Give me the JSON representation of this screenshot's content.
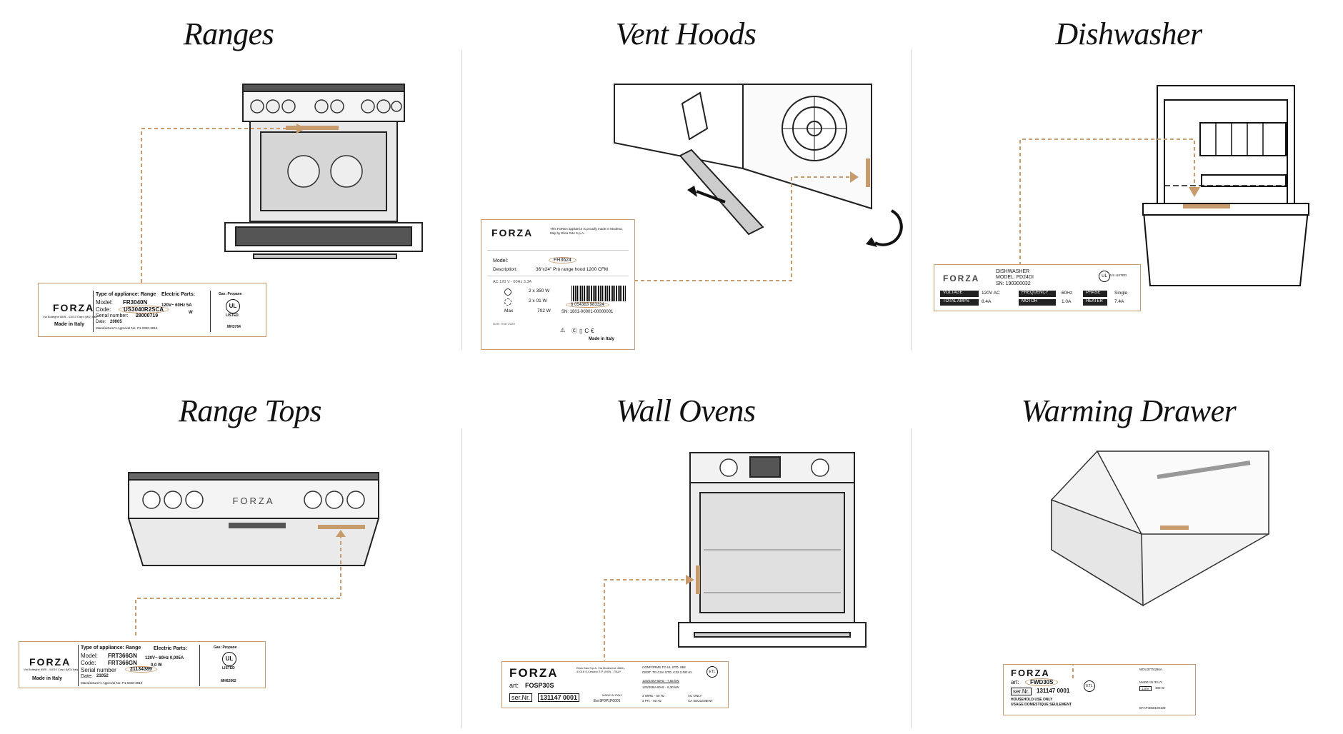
{
  "brand_color": "#c89b6c",
  "panels": {
    "ranges": {
      "title": "Ranges",
      "label": {
        "brand": "FORZA",
        "address_line": "Via Botteghe 85/B - 41010 Carpi (MO) Italy",
        "type_label": "Type of appliance: Range",
        "electric_label": "Electric Parts:",
        "model_label": "Model:",
        "model_value": "FR3040N",
        "code_label": "Code:",
        "code_value": "US3040R2SCA",
        "serial_label": "Serial number:",
        "serial_value": "28000719",
        "date_label": "Date:",
        "date_value": "20005",
        "electric_value": "120V~ 60Hz 5A",
        "watts_value": "W",
        "gas_label": "Gas: Propane",
        "cert_text": "LISTED",
        "approval": "Manufacturer's Approval No: P1-0320-3819",
        "made_in": "Made in Italy",
        "code_number": "MH3764"
      }
    },
    "vent_hoods": {
      "title": "Vent Hoods",
      "label": {
        "brand": "FORZA",
        "small_text": "This FORZA appliance is proudly made in Modena, Italy by Elica Gas S.p.A.",
        "model_label": "Model:",
        "model_value": "FH3624",
        "description_label": "Description:",
        "description_value": "36\"x24\" Pro range hood 1200 CFM",
        "electric_value": "AC 120 V - 60Hz 3.3A",
        "motor_label": "2 x 350 W",
        "light_label": "2 x 01 W",
        "max_label": "Max",
        "max_value": "702 W",
        "barcode_value": "8 054383 983324",
        "sn_value": "SN: 1601-00001-00000001",
        "date_code": "Date Year 2025",
        "made_in": "Made in Italy"
      }
    },
    "dishwasher": {
      "title": "Dishwasher",
      "label": {
        "brand": "FORZA",
        "type_value": "DISHWASHER",
        "model_value": "MODEL: FD24DI",
        "sn_value": "SN: 190300032",
        "cert_text": "US LISTED",
        "voltage_label": "VOLTAGE",
        "voltage_value": "120V AC",
        "frequency_label": "FREQUENCY",
        "frequency_value": "60Hz",
        "phase_label": "PHASE",
        "phase_value": "Single",
        "amps_label": "TOTAL AMPS",
        "amps_value": "8.4A",
        "motor_label": "MOTOR",
        "motor_value": "1.0A",
        "heater_label": "HEATER",
        "heater_value": "7.4A"
      }
    },
    "range_tops": {
      "title": "Range Tops",
      "appliance_brand": "FORZA",
      "label": {
        "brand": "FORZA",
        "address_line": "Via Botteghe 85/B - 41010 Carpi (MO) Italy",
        "type_label": "Type of appliance: Range",
        "electric_label": "Electric Parts:",
        "model_label": "Model:",
        "model_value": "FRT366GN",
        "code_label": "Code:",
        "code_value": "FRT366GN",
        "serial_label": "Serial number",
        "serial_value": "21134389",
        "date_label": "Date:",
        "date_value": "21052",
        "electric_value": "120V~ 60Hz 0,005A",
        "watts_value": "0,0 W",
        "gas_label": "Gas: Propane",
        "cert_text": "LISTED",
        "approval": "Manufacturer's Approval No: P1-0320-3819",
        "made_in": "Made in Italy",
        "code_number": "MH62062"
      }
    },
    "wall_ovens": {
      "title": "Wall Ovens",
      "label": {
        "brand": "FORZA",
        "company_text": "Elica Gas S.p.A. Via Modenese 4384 - 41018 S.Cesario S.P. (MO) - ITALY",
        "art_label": "art:",
        "art_value": "FOSP30S",
        "serial_label": "ser.Nr.",
        "serial_value": "131147 0001",
        "conforms_1": "CONFORMS TO UL STD. 858",
        "conforms_2": "CERT. TO CSA STD. C22.2 NO.61",
        "power_1": "120/240V-60Hz - 7,55 kW",
        "power_2": "120/208V-60Hz - 6,30 kW",
        "wire_1": "3 WIRE - 60 Hz",
        "wire_2": "3 PH. - 60 Hz",
        "ac_only": "AC ONLY",
        "ca_seulement": "CA SEULEMENT",
        "made_in": "MADE IN ITALY",
        "code_line": "Ew:9F0P1P0001"
      }
    },
    "warming_drawer": {
      "title": "Warming Drawer",
      "label": {
        "brand": "FORZA",
        "art_label": "art:",
        "art_value": "FWD30S",
        "serial_label": "ser.Nr.",
        "serial_value": "131147 0001",
        "household_1": "HOUSEHOLD USE ONLY",
        "household_2": "USAGE DOMESTIQUE SEULEMENT",
        "approval_code": "WDU37751B6A",
        "made_in": "MADE IN ITALY",
        "voltage": "120V",
        "watts": "300 W",
        "footer_code": "EFAP4060100108"
      }
    }
  }
}
